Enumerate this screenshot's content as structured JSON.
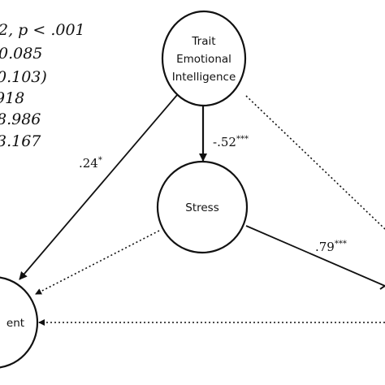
{
  "fit_stats": [
    "2, p < .001",
    "0.085",
    "0.103)",
    "918",
    "8.986",
    "3.167"
  ],
  "nodes": {
    "trait_ei": [
      "Trait",
      "Emotional",
      "Intelligence"
    ],
    "stress": "Stress",
    "left_node_partial": "ent"
  },
  "paths": {
    "ei_to_stress": {
      "value": "-.52",
      "sig": "***"
    },
    "ei_to_left": {
      "value": ".24",
      "sig": "*"
    },
    "stress_to_right": {
      "value": ".79",
      "sig": "***"
    }
  },
  "colors": {
    "ink": "#111111",
    "background": "#ffffff"
  }
}
